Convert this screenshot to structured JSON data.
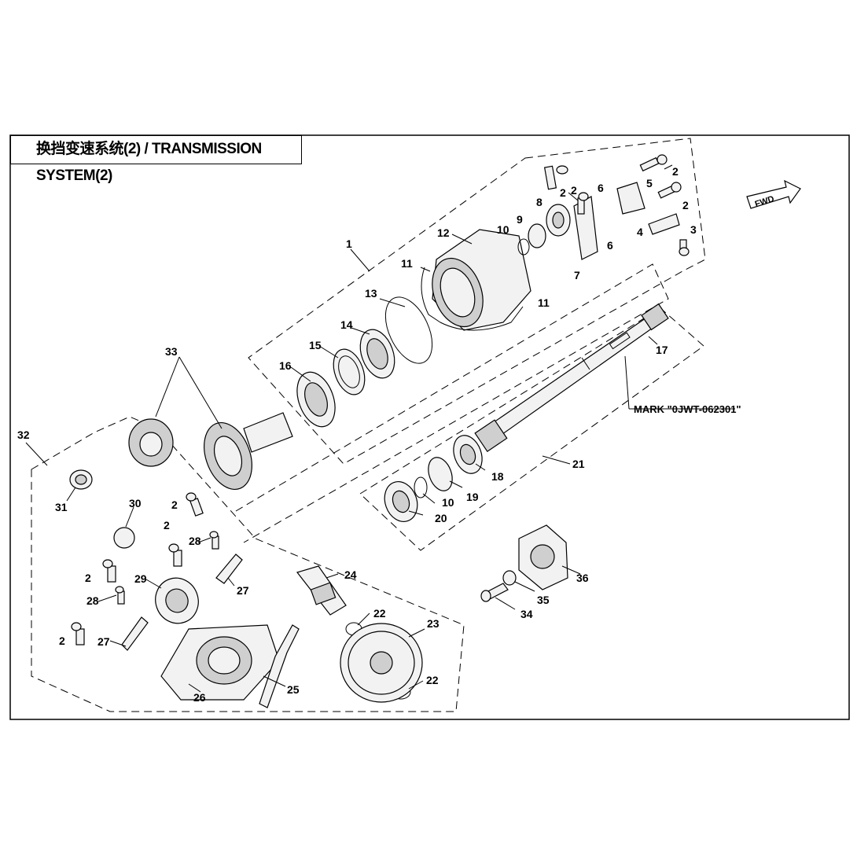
{
  "title": "换挡变速系统(2) / TRANSMISSION SYSTEM(2)",
  "fwd_label": "FWD",
  "mark_label": "MARK \"0JWT-062301\"",
  "callouts": {
    "c1": "1",
    "c2a": "2",
    "c2b": "2",
    "c2c": "2",
    "c2d": "2",
    "c2e": "2",
    "c2f": "2",
    "c2g": "2",
    "c3": "3",
    "c4": "4",
    "c5": "5",
    "c6a": "6",
    "c6b": "6",
    "c7": "7",
    "c8": "8",
    "c9": "9",
    "c10a": "10",
    "c10b": "10",
    "c11a": "11",
    "c11b": "11",
    "c12": "12",
    "c13": "13",
    "c14": "14",
    "c15": "15",
    "c16": "16",
    "c17": "17",
    "c18": "18",
    "c19": "19",
    "c20": "20",
    "c21": "21",
    "c22a": "22",
    "c22b": "22",
    "c23": "23",
    "c24": "24",
    "c25": "25",
    "c26": "26",
    "c27a": "27",
    "c27b": "27",
    "c28a": "28",
    "c28b": "28",
    "c29": "29",
    "c30": "30",
    "c31": "31",
    "c32": "32",
    "c33": "33",
    "c34": "34",
    "c35": "35",
    "c36": "36"
  }
}
